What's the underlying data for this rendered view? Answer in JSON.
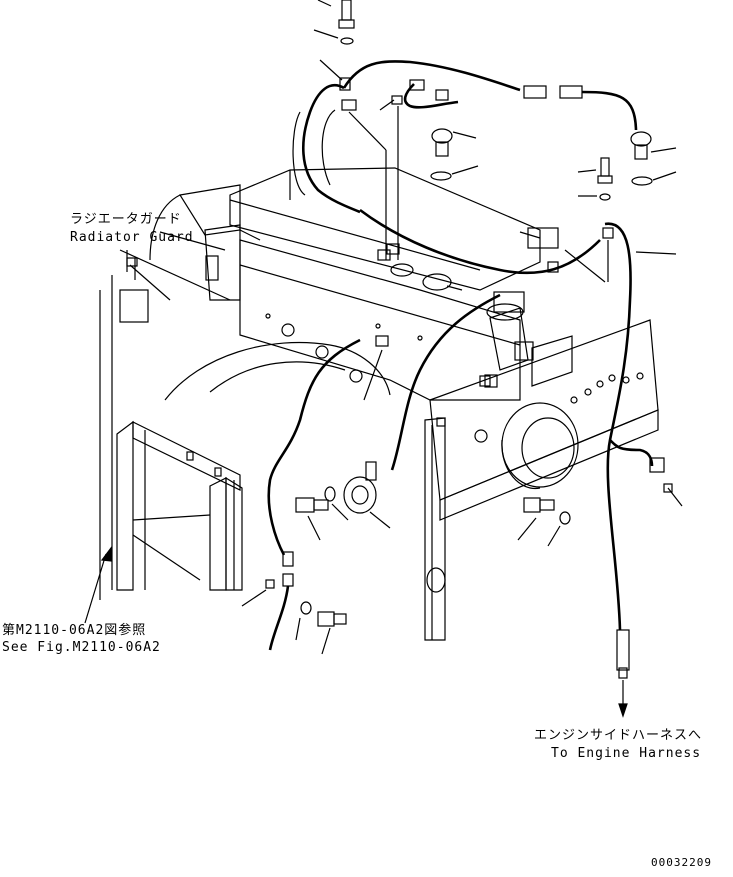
{
  "labels": {
    "radiator_guard_jp": "ラジエータガード",
    "radiator_guard_en": "Radiator Guard",
    "see_fig_jp": "第M2110-06A2図参照",
    "see_fig_en": "See Fig.M2110-06A2",
    "engine_harness_jp": "エンジンサイドハーネスへ",
    "engine_harness_en": "To Engine Harness",
    "drawing_number": "00032209"
  },
  "colors": {
    "line": "#000000",
    "background": "#ffffff"
  }
}
